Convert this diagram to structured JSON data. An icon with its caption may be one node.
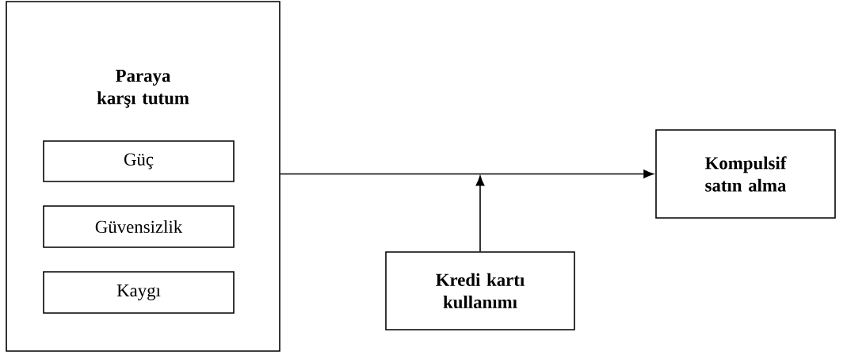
{
  "diagram": {
    "nodes": [
      {
        "text": [
          "Paraya karşı tutum"
        ]
      },
      {
        "text": [
          "Güç"
        ],
        "in": 0
      },
      {
        "text": [
          "Güvensizlik"
        ],
        "in": 0
      },
      {
        "text": [
          "Kaygı"
        ],
        "in": 0
      },
      {
        "text": [
          "Kompulsif satın alma"
        ]
      },
      {
        "text": [
          "Kredi kartı kullanımı"
        ]
      }
    ],
    "edges": [
      {
        "from": 0,
        "to": 4,
        "arrow": "to"
      },
      {
        "from": 5,
        "to": null,
        "arrow": "to"
      }
    ]
  }
}
